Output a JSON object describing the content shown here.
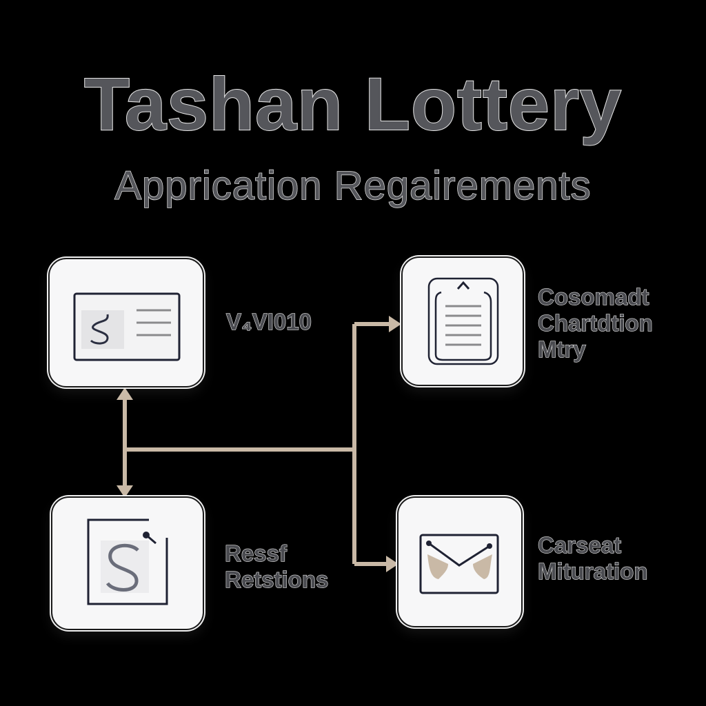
{
  "header": {
    "title": "Tashan Lottery",
    "subtitle": "Apprication Regairements"
  },
  "nodes": [
    {
      "id": "top-left",
      "icon": "id-card-icon",
      "label_lines": [
        "V₄VI010"
      ]
    },
    {
      "id": "top-right",
      "icon": "clipboard-list-icon",
      "label_lines": [
        "Cosomadt",
        "Chartdtion",
        "Mtry"
      ]
    },
    {
      "id": "bottom-left",
      "icon": "s-logo-icon",
      "label_lines": [
        "Ressf",
        "Retstions"
      ]
    },
    {
      "id": "bottom-right",
      "icon": "envelope-icon",
      "label_lines": [
        "Carseat",
        "Mituration"
      ]
    }
  ],
  "colors": {
    "background": "#000000",
    "card": "#f7f7f8",
    "connector": "#c9b9a6",
    "icon_stroke": "#1f2233",
    "text_fill": "#55565b"
  }
}
